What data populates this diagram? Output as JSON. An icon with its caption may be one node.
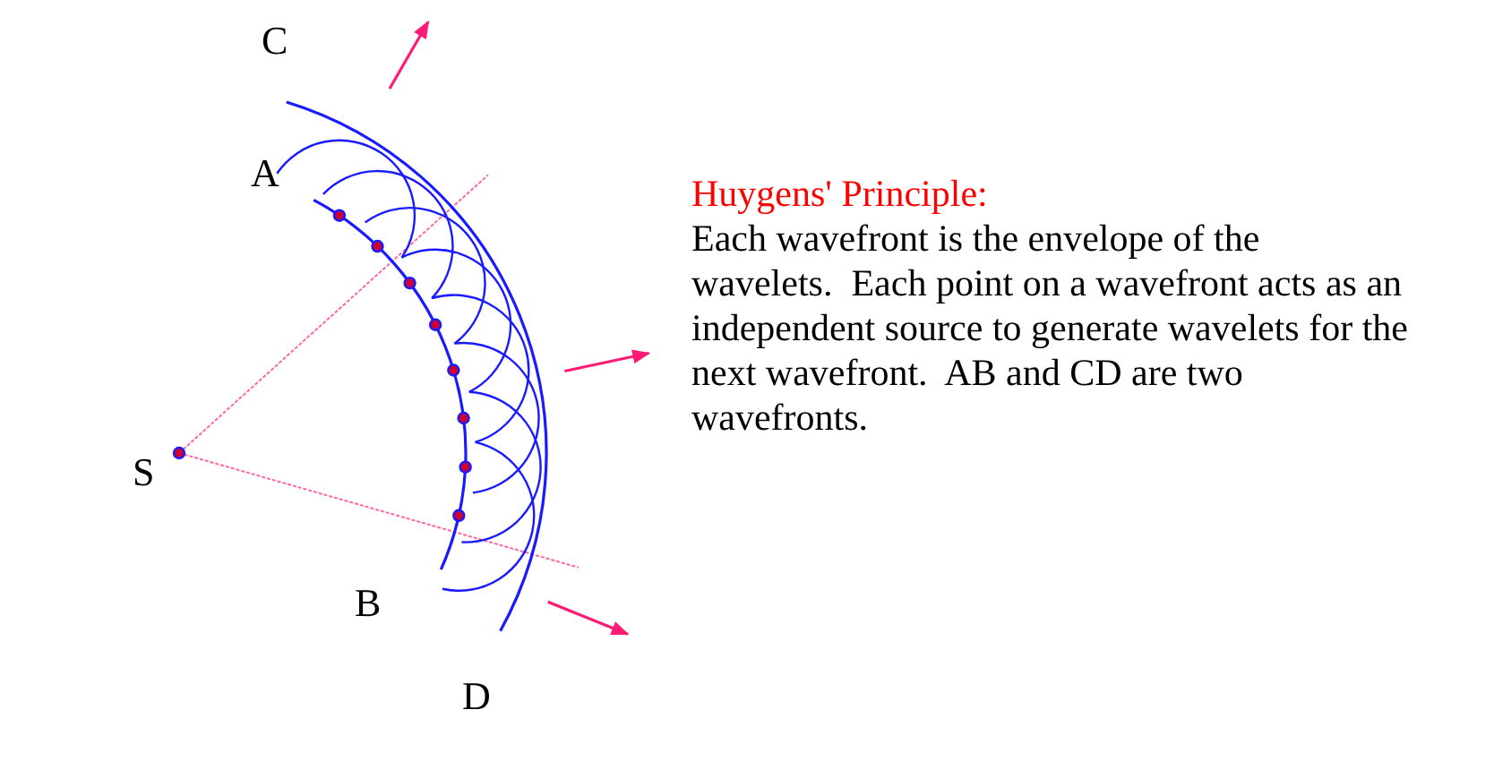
{
  "diagram": {
    "labels": [
      "C",
      "A",
      "S",
      "B",
      "D",
      "Huygens' Principle:",
      "Each wavefront is the envelope of the wavelets.  Each point on a wavefront acts as an independent source to generate wavelets for the next wavefront.  AB and CD are two wavefronts."
    ]
  }
}
